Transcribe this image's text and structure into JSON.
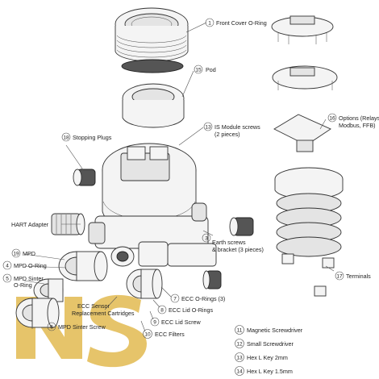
{
  "watermark": {
    "text": "NS",
    "color": "#d8a316"
  },
  "callouts": [
    {
      "id": "c1",
      "num": "1",
      "lines": [
        "Front Cover O-Ring"
      ]
    },
    {
      "id": "c15",
      "num": "15",
      "lines": [
        "Pod"
      ]
    },
    {
      "id": "c18",
      "num": "18",
      "lines": [
        "Stopping Plugs"
      ]
    },
    {
      "id": "c13",
      "num": "13",
      "lines": [
        "IS Module screws",
        "(2 pieces)"
      ]
    },
    {
      "id": "c16",
      "num": "16",
      "lines": [
        "Options (Relays,",
        "Modbus, FFB)"
      ]
    },
    {
      "id": "hart",
      "num": "",
      "lines": [
        "HART Adapter"
      ]
    },
    {
      "id": "c3",
      "num": "3",
      "lines": [
        "Earth screws",
        "& bracket (3 pieces)"
      ]
    },
    {
      "id": "c19",
      "num": "19",
      "lines": [
        "MPD"
      ]
    },
    {
      "id": "c4",
      "num": "4",
      "lines": [
        "MPD O-Ring"
      ]
    },
    {
      "id": "c5",
      "num": "5",
      "lines": [
        "MPD Sinter",
        "O-Ring"
      ]
    },
    {
      "id": "c17",
      "num": "17",
      "lines": [
        "Terminals"
      ]
    },
    {
      "id": "c7",
      "num": "7",
      "lines": [
        "ECC O-Rings (3)"
      ]
    },
    {
      "id": "c8",
      "num": "8",
      "lines": [
        "ECC Lid O-Rings"
      ]
    },
    {
      "id": "c9",
      "num": "9",
      "lines": [
        "ECC Lid Screw"
      ]
    },
    {
      "id": "c10",
      "num": "10",
      "lines": [
        "ECC Filters"
      ]
    },
    {
      "id": "ecc",
      "num": "",
      "lines": [
        "ECC Sensor",
        "Replacement Cartridges"
      ]
    },
    {
      "id": "c6",
      "num": "6",
      "lines": [
        "MPD Sinter Screw"
      ]
    },
    {
      "id": "c11",
      "num": "11",
      "lines": [
        "Magnetic Screwdriver"
      ]
    },
    {
      "id": "c12",
      "num": "12",
      "lines": [
        "Small Screwdriver"
      ]
    },
    {
      "id": "c13b",
      "num": "13",
      "lines": [
        "Hex L Key 2mm"
      ]
    },
    {
      "id": "c14",
      "num": "14",
      "lines": [
        "Hex L Key 1.5mm"
      ]
    }
  ]
}
